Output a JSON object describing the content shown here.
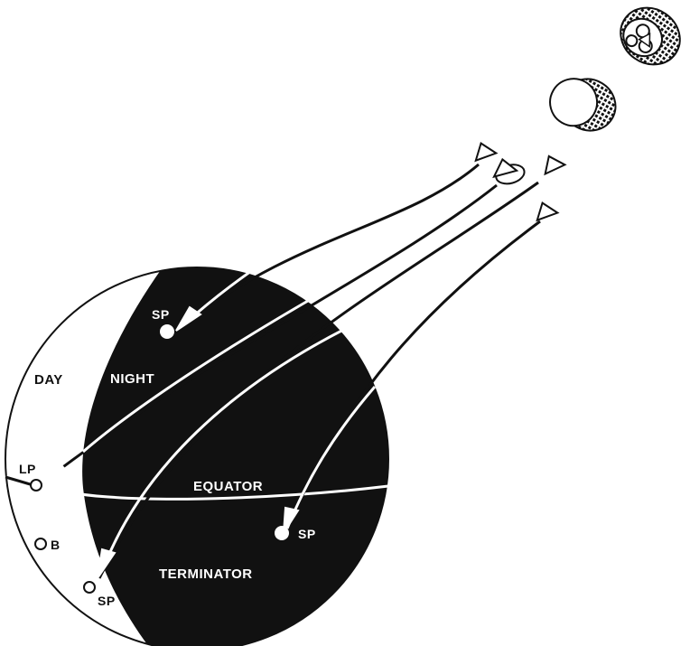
{
  "labels": {
    "day": "DAY",
    "night": "NIGHT",
    "equator": "EQUATOR",
    "terminator": "TERMINATOR",
    "landing_point": "LP",
    "point_b": "B",
    "splash_point_1": "SP",
    "splash_point_2": "SP",
    "splash_point_3": "SP"
  },
  "colors": {
    "ink": "#111111",
    "paper": "#ffffff"
  }
}
